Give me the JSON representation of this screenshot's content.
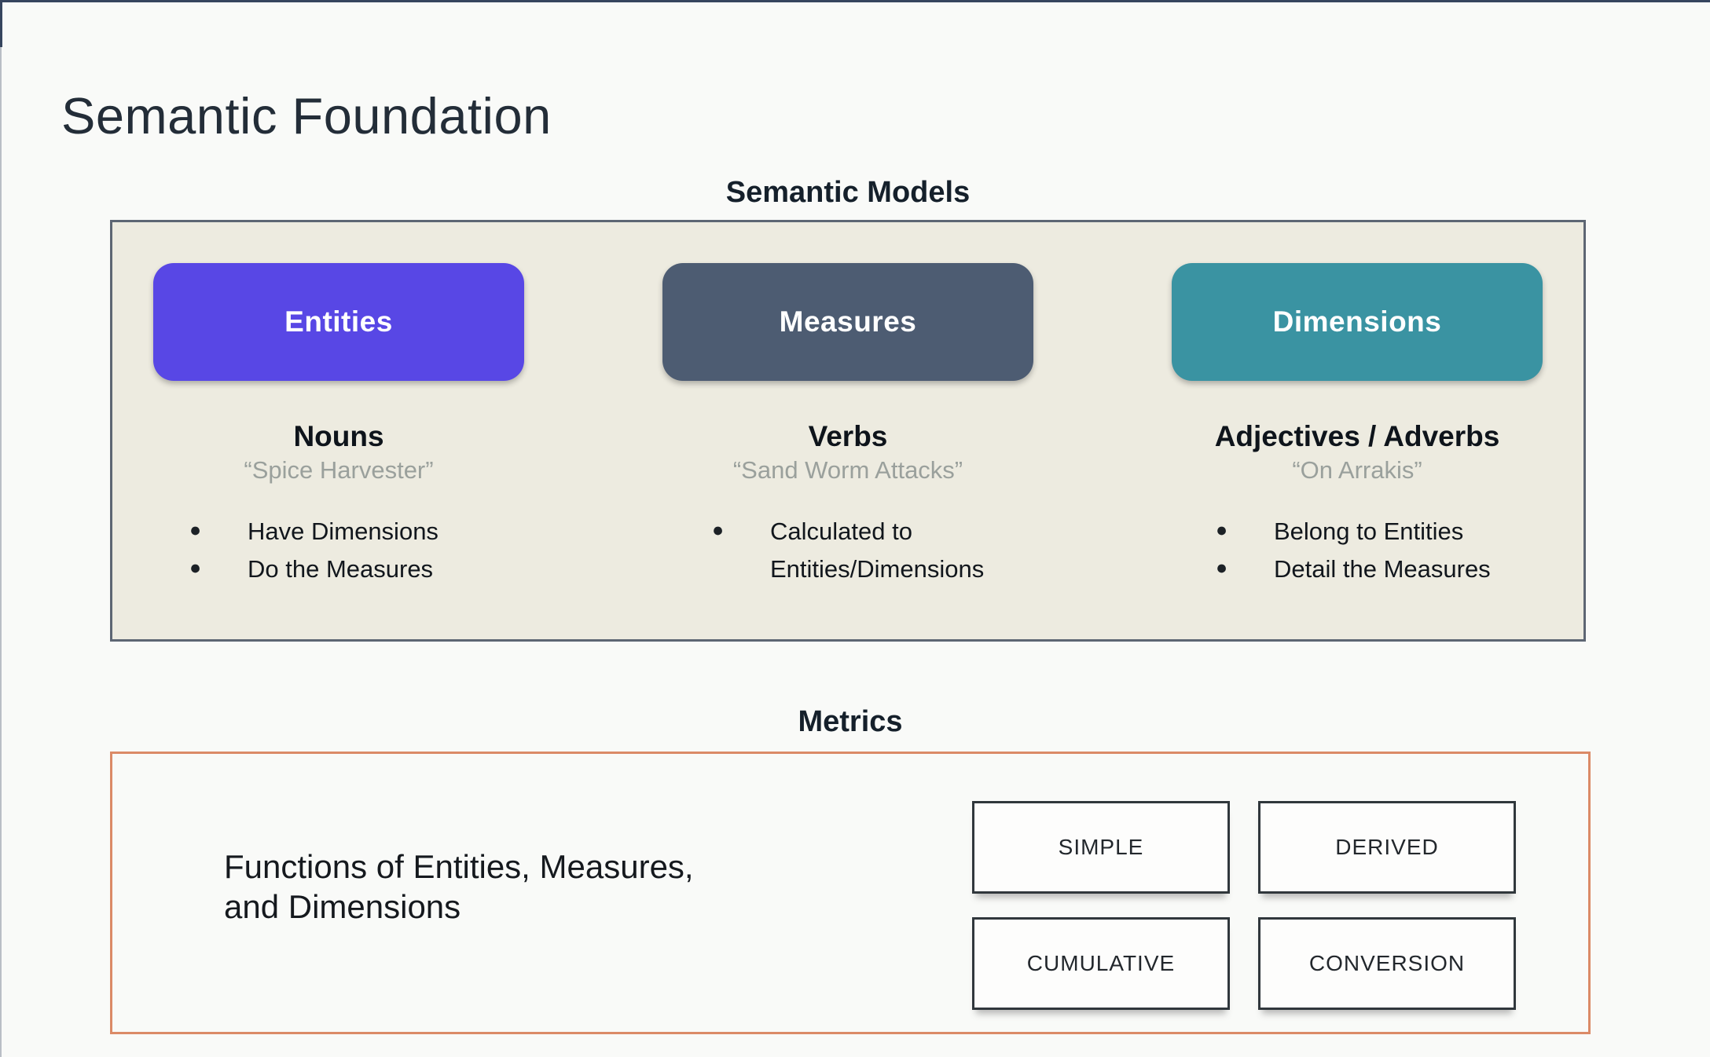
{
  "slide_title": "Semantic Foundation",
  "semantic_models": {
    "heading": "Semantic Models",
    "panel_background": "#EDEBE0",
    "panel_border": "#5D6673",
    "columns": [
      {
        "label": "Entities",
        "color": "#5847E5",
        "role": "Nouns",
        "example": "“Spice Harvester”",
        "bullets": [
          "Have Dimensions",
          "Do the Measures"
        ]
      },
      {
        "label": "Measures",
        "color": "#4D5C72",
        "role": "Verbs",
        "example": "“Sand Worm Attacks”",
        "bullets": [
          "Calculated to Entities/Dimensions"
        ]
      },
      {
        "label": "Dimensions",
        "color": "#3A93A2",
        "role": "Adjectives / Adverbs",
        "example": "“On Arrakis”",
        "bullets": [
          "Belong to Entities",
          "Detail the Measures"
        ]
      }
    ]
  },
  "metrics": {
    "heading": "Metrics",
    "panel_border": "#DB8A67",
    "description_lines": [
      "Functions of Entities, Measures,",
      "and Dimensions"
    ],
    "types": [
      "SIMPLE",
      "DERIVED",
      "CUMULATIVE",
      "CONVERSION"
    ]
  }
}
